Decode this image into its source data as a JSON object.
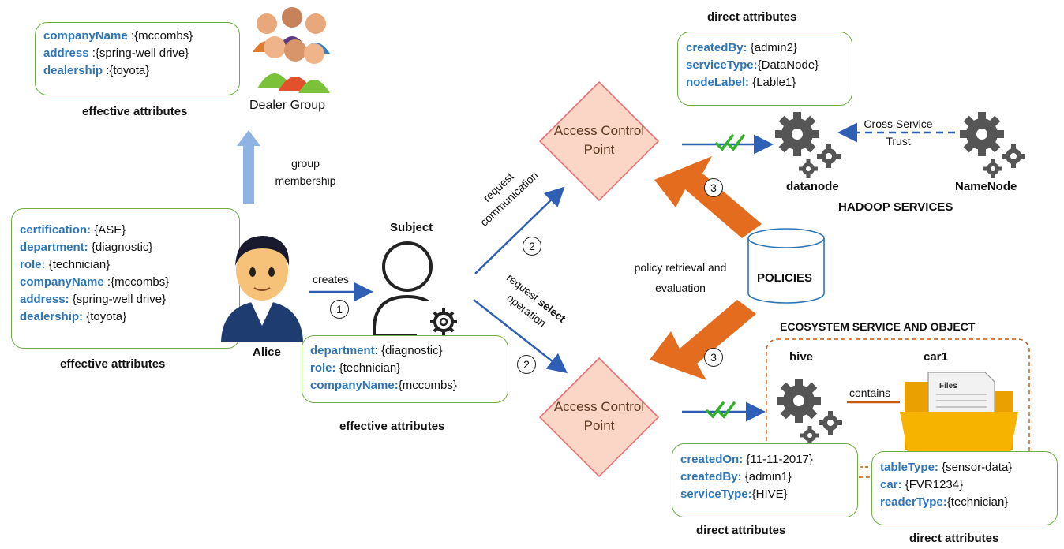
{
  "dealer_group": {
    "label": "Dealer Group",
    "caption": "effective attributes",
    "attrs": [
      {
        "key": "companyName",
        "sep": " :",
        "value": "{mccombs}"
      },
      {
        "key": "address",
        "sep": " :",
        "value": "{spring-well drive}"
      },
      {
        "key": "dealership",
        "sep": " :",
        "value": "{toyota}"
      }
    ]
  },
  "group_membership": {
    "line1": "group",
    "line2": "membership"
  },
  "alice": {
    "label": "Alice",
    "caption": "effective attributes",
    "attrs": [
      {
        "key": "certification:",
        "sep": " ",
        "value": "{ASE}"
      },
      {
        "key": "department:",
        "sep": " ",
        "value": "{diagnostic}"
      },
      {
        "key": "role:",
        "sep": " ",
        "value": "{technician}"
      },
      {
        "key": "companyName",
        "sep": " :",
        "value": "{mccombs}"
      },
      {
        "key": "address:",
        "sep": " ",
        "value": "{spring-well drive}"
      },
      {
        "key": "dealership:",
        "sep": " ",
        "value": "{toyota}"
      }
    ]
  },
  "creates": {
    "label": "creates",
    "step": "1"
  },
  "subject": {
    "label": "Subject",
    "caption": "effective attributes",
    "attrs": [
      {
        "key": "department",
        "sep": ": ",
        "value": "{diagnostic}"
      },
      {
        "key": "role:",
        "sep": " ",
        "value": "{technician}"
      },
      {
        "key": "companyName:",
        "sep": "",
        "value": "{mccombs}"
      }
    ]
  },
  "request_communication": {
    "line1": "request",
    "line2": "communication",
    "step": "2"
  },
  "request_select": {
    "line1a": "request ",
    "line1b": "select",
    "line2": "operation",
    "step": "2"
  },
  "acp_top": {
    "line1": "Access Control",
    "line2": "Point"
  },
  "acp_bottom": {
    "line1": "Access Control",
    "line2": "Point"
  },
  "policies": {
    "label": "POLICIES",
    "note_line1": "policy retrieval and",
    "note_line2": "evaluation",
    "step_top": "3",
    "step_bottom": "3"
  },
  "datanode": {
    "label": "datanode",
    "caption": "direct attributes",
    "attrs": [
      {
        "key": "createdBy:",
        "sep": " ",
        "value": "{admin2}"
      },
      {
        "key": "serviceType:",
        "sep": "",
        "value": "{DataNode}"
      },
      {
        "key": "nodeLabel:",
        "sep": " ",
        "value": "{Lable1}"
      }
    ]
  },
  "namenode": {
    "label": "NameNode"
  },
  "cross_service": {
    "line1": "Cross Service",
    "line2": "Trust"
  },
  "hadoop": {
    "label": "HADOOP SERVICES"
  },
  "ecosystem": {
    "label": "ECOSYSTEM SERVICE AND OBJECT"
  },
  "hive": {
    "label": "hive",
    "caption": "direct attributes",
    "attrs": [
      {
        "key": "createdOn:",
        "sep": " ",
        "value": "{11-11-2017}"
      },
      {
        "key": "createdBy:",
        "sep": " ",
        "value": "{admin1}"
      },
      {
        "key": "serviceType:",
        "sep": "",
        "value": "{HIVE}"
      }
    ]
  },
  "contains": {
    "label": "contains"
  },
  "car1": {
    "label": "car1",
    "files_text": "Files",
    "caption": "direct attributes",
    "attrs": [
      {
        "key": "tableType:",
        "sep": " ",
        "value": "{sensor-data}"
      },
      {
        "key": "car:",
        "sep": " ",
        "value": "{FVR1234}"
      },
      {
        "key": "readerType:",
        "sep": "",
        "value": "{technician}"
      }
    ]
  },
  "colors": {
    "attr_key": "#2e75b6",
    "box_border": "#70ad47",
    "acp_fill": "#fbd5c5",
    "acp_border": "#e8666a",
    "arrow_blue": "#2e5fb5",
    "policy_arrow": "#e36c1f",
    "check_green": "#33b02a",
    "folder": "#f6b400"
  }
}
